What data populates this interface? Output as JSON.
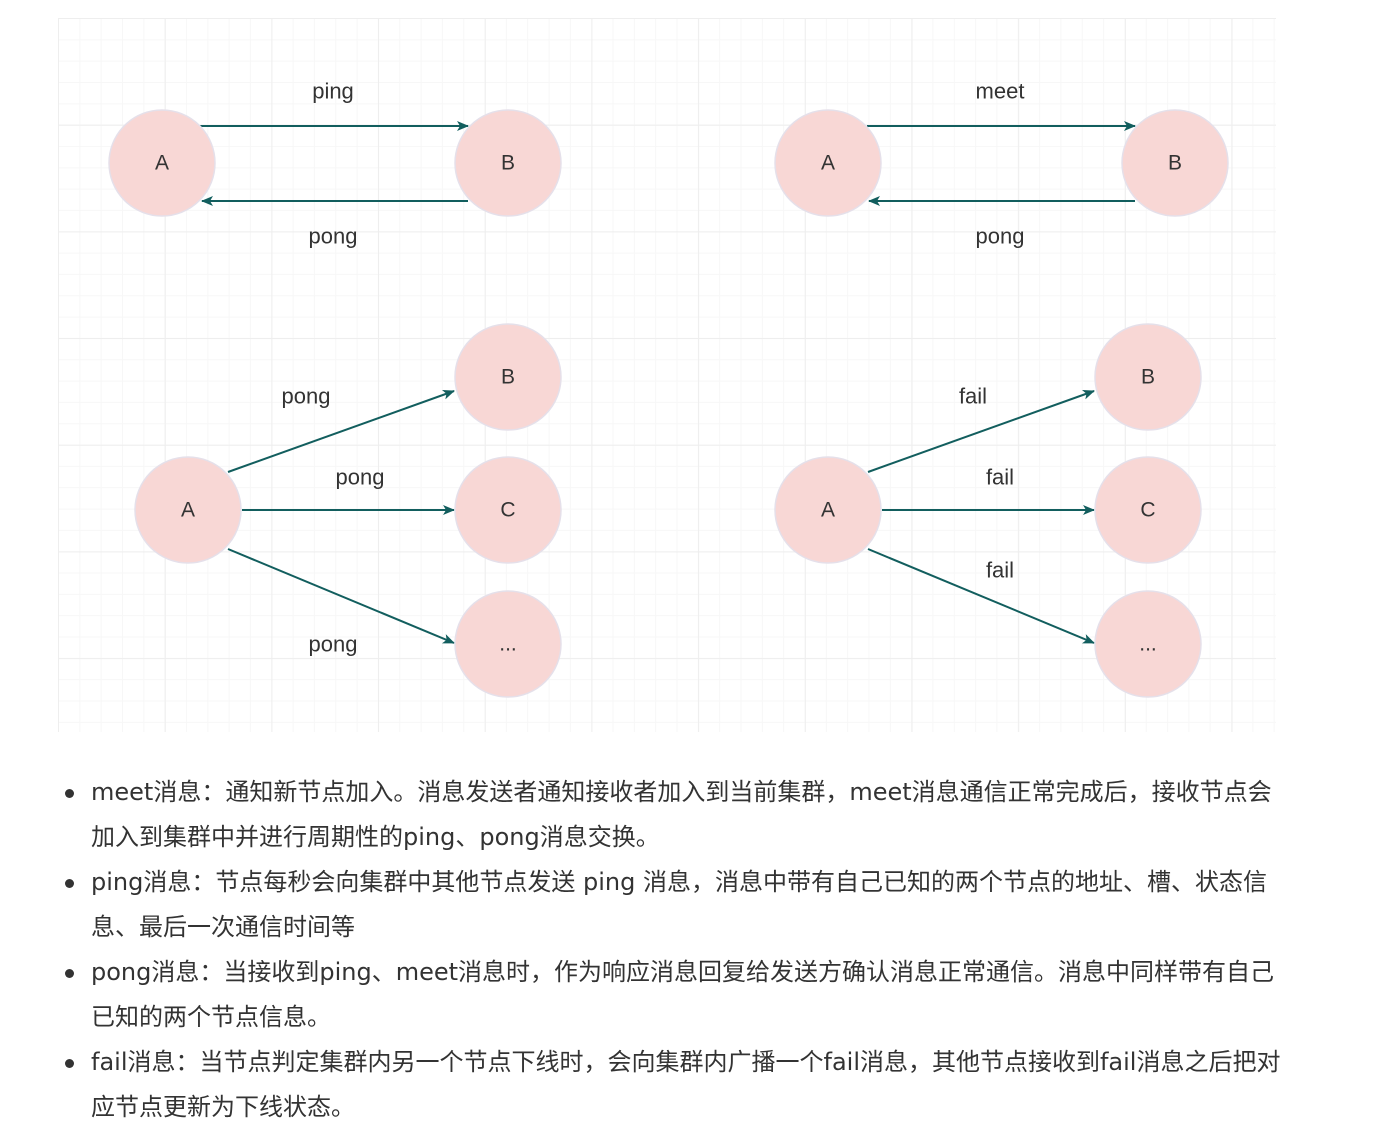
{
  "colors": {
    "node_fill": "#f8d7d5",
    "edge": "#125e5e",
    "grid": "#eeeeee",
    "text": "#333333"
  },
  "diagrams": {
    "ping_pong": {
      "nodes": {
        "a": "A",
        "b": "B"
      },
      "edges": {
        "forward": "ping",
        "back": "pong"
      }
    },
    "meet_pong": {
      "nodes": {
        "a": "A",
        "b": "B"
      },
      "edges": {
        "forward": "meet",
        "back": "pong"
      }
    },
    "pong_broadcast": {
      "nodes": {
        "a": "A",
        "b": "B",
        "c": "C",
        "more": "..."
      },
      "edges": {
        "to_b": "pong",
        "to_c": "pong",
        "to_more": "pong"
      }
    },
    "fail_broadcast": {
      "nodes": {
        "a": "A",
        "b": "B",
        "c": "C",
        "more": "..."
      },
      "edges": {
        "to_b": "fail",
        "to_c": "fail",
        "to_more": "fail"
      }
    }
  },
  "bullets": [
    {
      "text": "meet消息：通知新节点加入。消息发送者通知接收者加入到当前集群，meet消息通信正常完成后，接收节点会加入到集群中并进行周期性的ping、pong消息交换。"
    },
    {
      "text": "ping消息：节点每秒会向集群中其他节点发送 ping 消息，消息中带有自己已知的两个节点的地址、槽、状态信息、最后一次通信时间等"
    },
    {
      "text": "pong消息：当接收到ping、meet消息时，作为响应消息回复给发送方确认消息正常通信。消息中同样带有自己已知的两个节点信息。"
    },
    {
      "text": "fail消息：当节点判定集群内另一个节点下线时，会向集群内广播一个fail消息，其他节点接收到fail消息之后把对应节点更新为下线状态。"
    }
  ]
}
